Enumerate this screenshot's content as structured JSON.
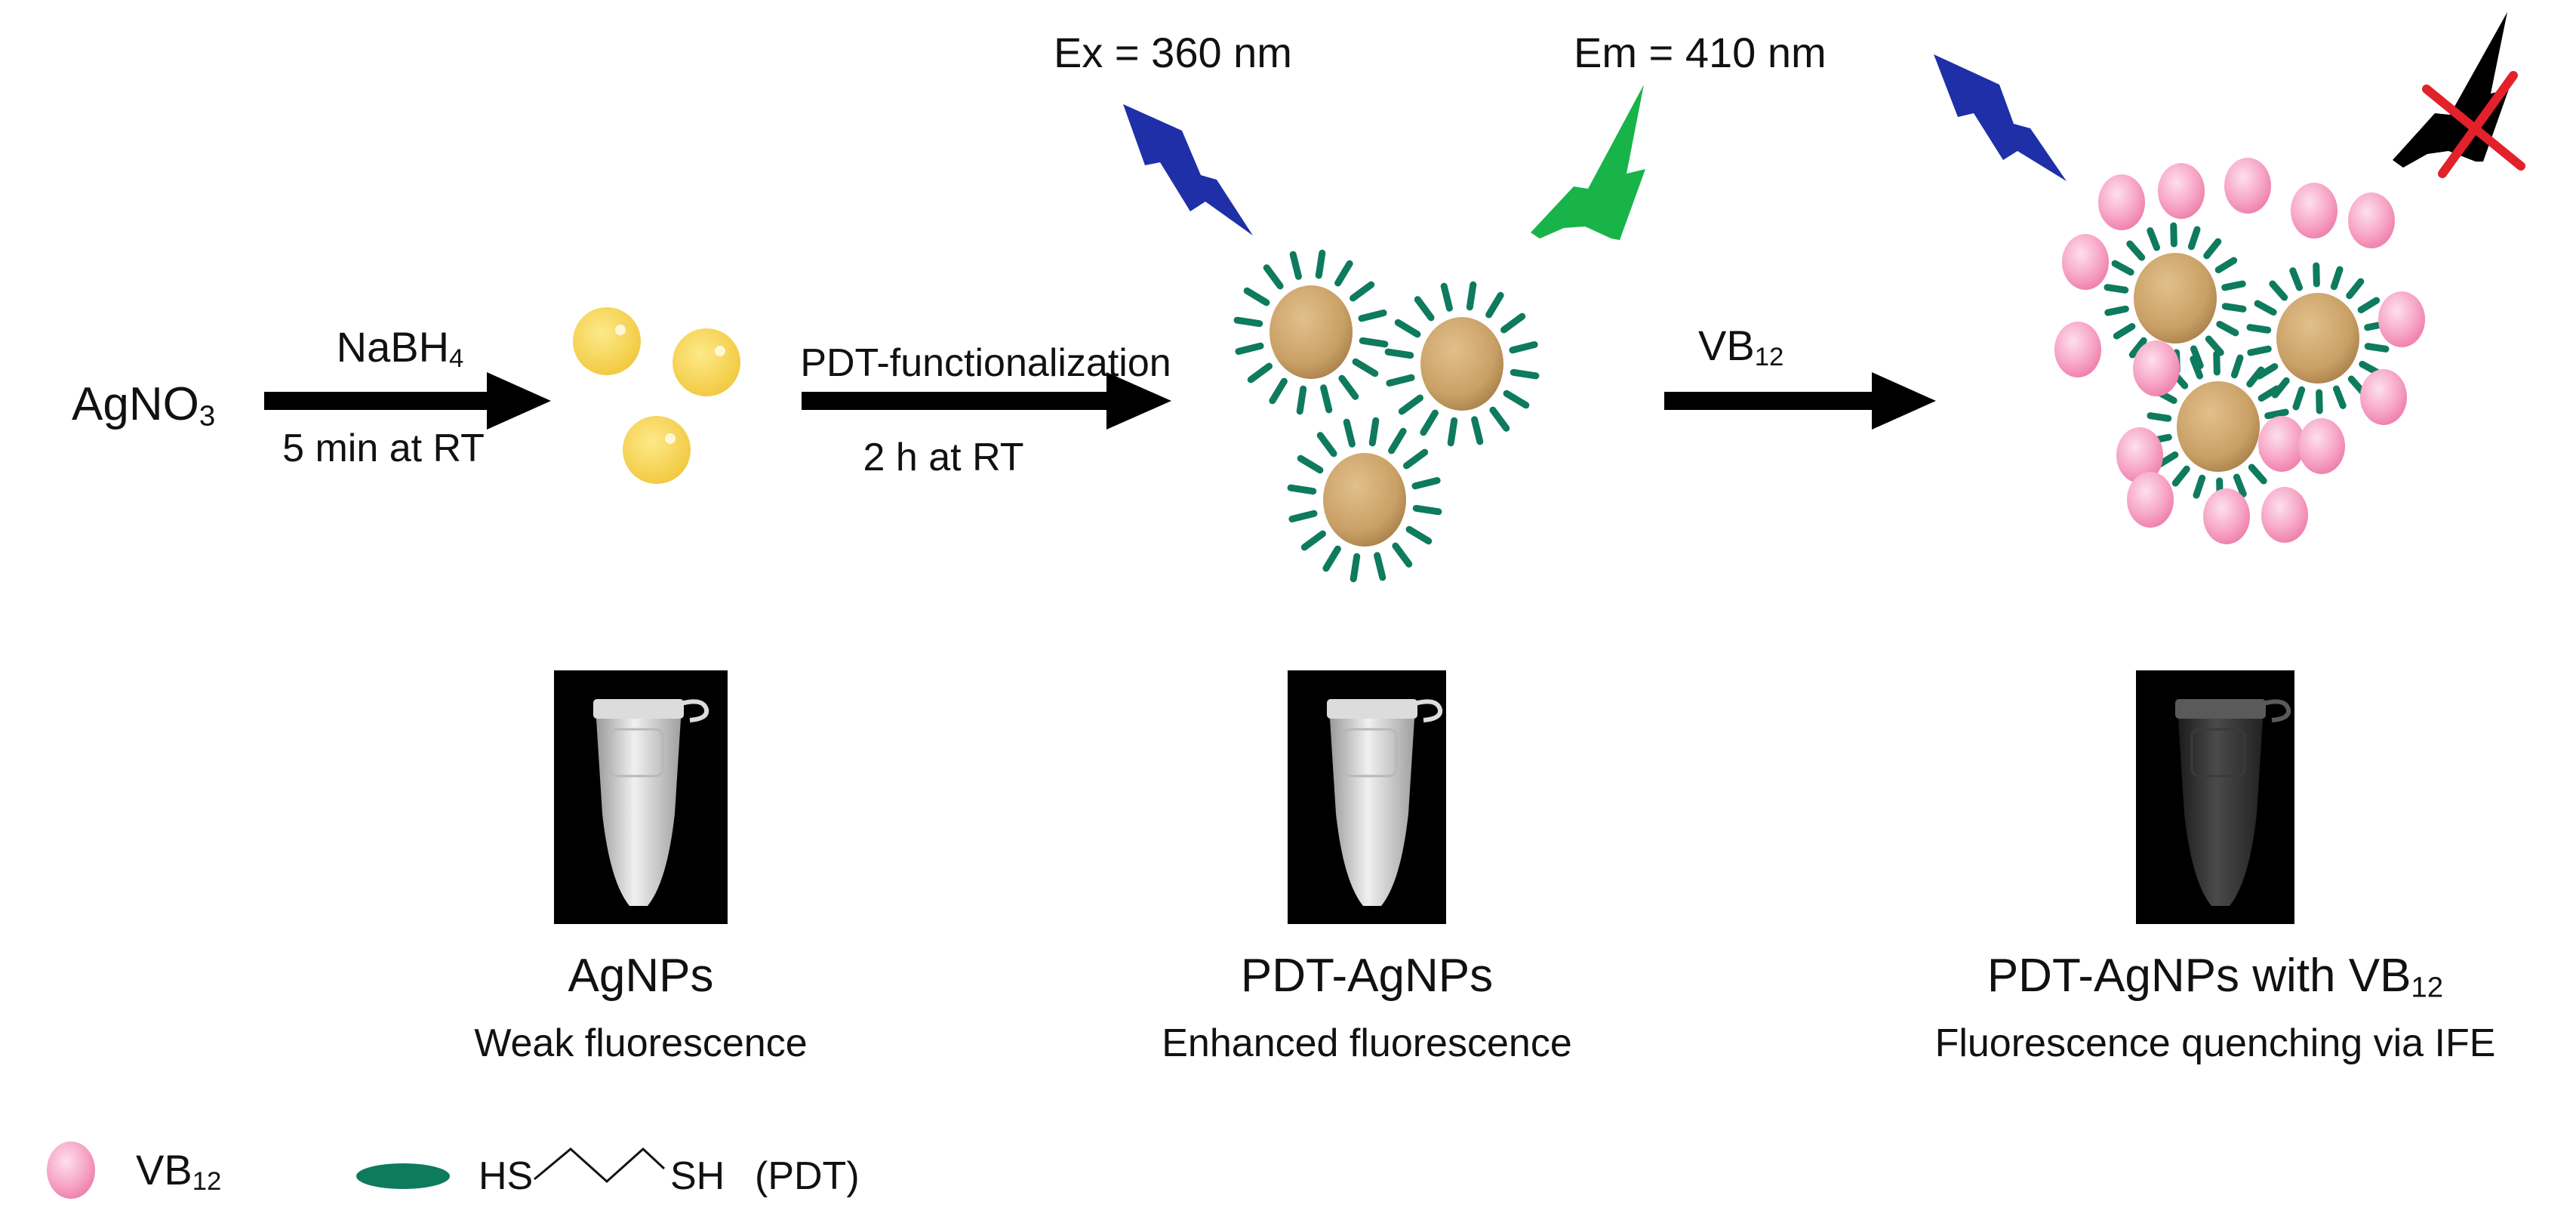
{
  "reagents": {
    "start": "AgNO",
    "start_sub": "3",
    "step1_reagent": "NaBH",
    "step1_reagent_sub": "4",
    "step1_condition": "5 min at RT",
    "step2_reagent": "PDT-functionalization",
    "step2_condition": "2 h at RT",
    "step3_reagent": "VB",
    "step3_reagent_sub": "12"
  },
  "light": {
    "excitation": "Ex = 360 nm",
    "emission": "Em = 410 nm"
  },
  "samples": [
    {
      "name": "AgNPs",
      "description": "Weak fluorescence"
    },
    {
      "name": "PDT-AgNPs",
      "description": "Enhanced fluorescence"
    },
    {
      "name": "PDT-AgNPs with VB",
      "name_sub": "12",
      "description": "Fluorescence quenching via IFE"
    }
  ],
  "legend": {
    "vb12_label": "VB",
    "vb12_sub": "12",
    "pdt_left": "HS",
    "pdt_right": "SH",
    "pdt_name": "(PDT)"
  },
  "colors": {
    "agnp_yellow": "#f7d45a",
    "core_gold": "#c9a066",
    "ligand_green": "#0e7a5e",
    "vb12_pink": "#f58db6",
    "excitation_blue": "#1f2fa8",
    "emission_green": "#18b44a",
    "quench_red": "#e3212b",
    "arrow_black": "#000000"
  }
}
